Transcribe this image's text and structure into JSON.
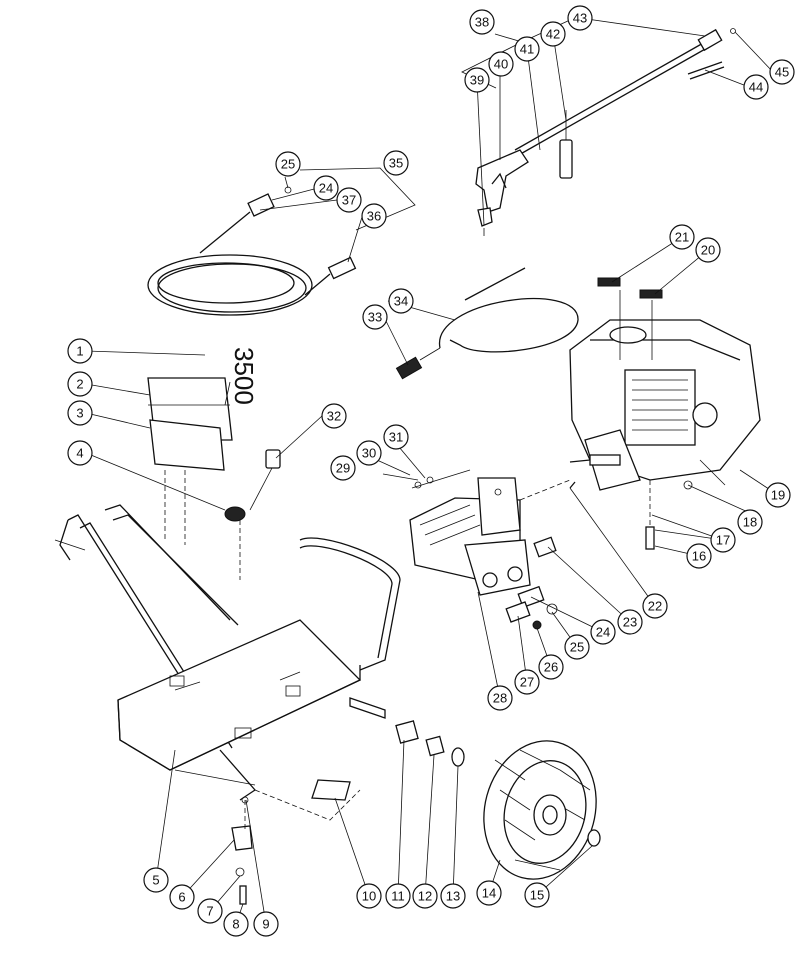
{
  "balloons": [
    "1",
    "2",
    "3",
    "4",
    "5",
    "6",
    "7",
    "8",
    "9",
    "10",
    "11",
    "12",
    "13",
    "14",
    "15",
    "16",
    "17",
    "18",
    "19",
    "20",
    "21",
    "22",
    "23",
    "24",
    "25",
    "26",
    "27",
    "28",
    "29",
    "30",
    "31",
    "32",
    "33",
    "34",
    "35",
    "36",
    "37",
    "38",
    "39",
    "40",
    "41",
    "42",
    "43",
    "44",
    "45",
    "24",
    "25"
  ],
  "decal_text": "3500",
  "colors": {
    "line": "#111111",
    "background": "#ffffff"
  }
}
